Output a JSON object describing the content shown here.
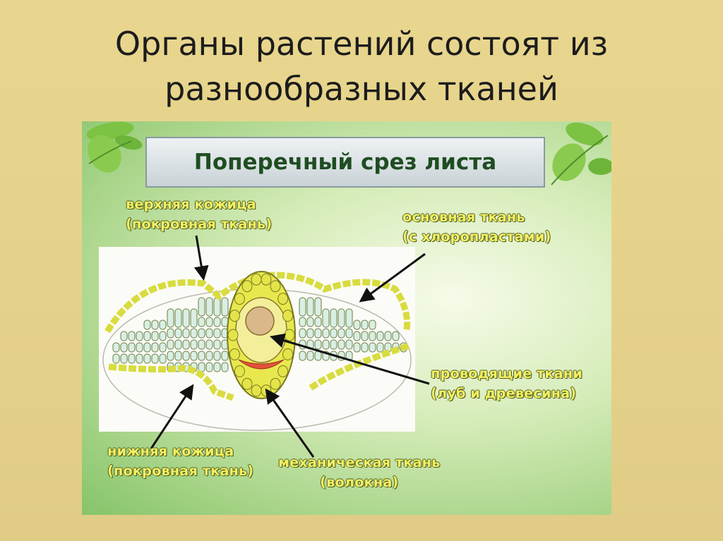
{
  "slide": {
    "title_line1": "Органы растений состоят из",
    "title_line2": "разнообразных тканей"
  },
  "panel": {
    "header": "Поперечный срез листа",
    "colors": {
      "label_text": "#f4ef63",
      "header_text": "#1f4d22",
      "cell_fill": "#d9efe4",
      "cell_outline": "#6d7d40",
      "epidermis": "#e4e44a",
      "phloem": "#e2533a"
    }
  },
  "labels": {
    "upper_epidermis": {
      "line1": "верхняя кожица",
      "line2": "(покровная ткань)"
    },
    "ground_tissue": {
      "line1": "основная ткань",
      "line2": "(с хлоропластами)"
    },
    "vascular_tissue": {
      "line1": "проводящие ткани",
      "line2": "(луб и древесина)"
    },
    "lower_epidermis": {
      "line1": "нижняя кожица",
      "line2": "(покровная ткань)"
    },
    "mechanical_tissue": {
      "line1": "механическая ткань",
      "line2": "(волокна)"
    }
  }
}
